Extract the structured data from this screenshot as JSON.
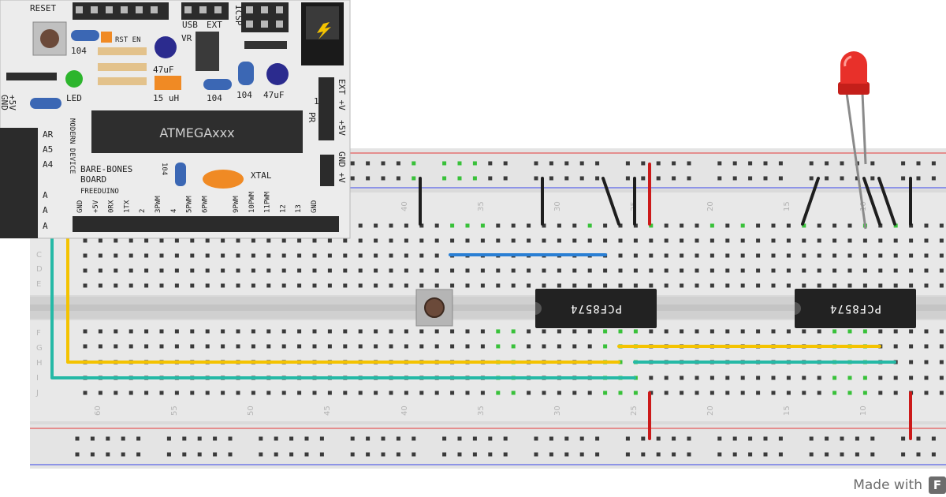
{
  "board": {
    "reset": "RESET",
    "usb": "USB",
    "ext": "EXT",
    "icsp": "ICSP",
    "vr": "VR",
    "rst_en": "RST EN",
    "c104a": "104",
    "c47a": "47uF",
    "c47b": "47uF",
    "inductor": "15 uH",
    "c104b": "104",
    "c104c": "104",
    "c104d": "104",
    "led": "LED",
    "plus5v": "+5V",
    "gnd_side": "GND",
    "chip": "ATMEGAxxx",
    "modern_device": "MODERN DEVICE",
    "name1": "BARE-BONES",
    "name2": "BOARD",
    "name3": "FREEDUINO",
    "xtal": "XTAL",
    "pr": "PR",
    "ext_v": "EXT +V",
    "plus5v_right": "+5V",
    "one": "1",
    "gnd_v": "GND +V",
    "analog_pins": [
      "AR",
      "A5",
      "A4",
      "A",
      "A",
      "A"
    ],
    "bottom_pins": [
      "GND",
      "+5V",
      "0RX",
      "1TX",
      "2",
      "3PWM",
      "4",
      "5PWM",
      "6PWM",
      "",
      "9PWM",
      "10PWM",
      "11PWM",
      "12",
      "13",
      "GND"
    ]
  },
  "breadboard": {
    "top_numbers": [
      "40",
      "35",
      "30",
      "25",
      "20",
      "15",
      "10"
    ],
    "bottom_numbers": [
      "60",
      "55",
      "50",
      "45",
      "40",
      "35",
      "30",
      "25",
      "20",
      "15",
      "10"
    ],
    "row_letters_top": [
      "C",
      "D",
      "E"
    ],
    "row_letters_bottom": [
      "F",
      "G",
      "H",
      "I",
      "J"
    ]
  },
  "ics": [
    {
      "label": "PCF8574"
    },
    {
      "label": "PCF8574"
    }
  ],
  "footer": {
    "made_with": "Made with",
    "logo_letter": "F"
  },
  "colors": {
    "wire_yellow": "#f4c300",
    "wire_teal": "#25b9a6",
    "wire_blue": "#2a7fd4",
    "wire_red": "#cc1a1a",
    "wire_black": "#1e1e1e",
    "led_red": "#e8302a",
    "rail_red": "#e35a5a",
    "rail_blue": "#5a64e8",
    "hole_green": "#39c13a"
  }
}
